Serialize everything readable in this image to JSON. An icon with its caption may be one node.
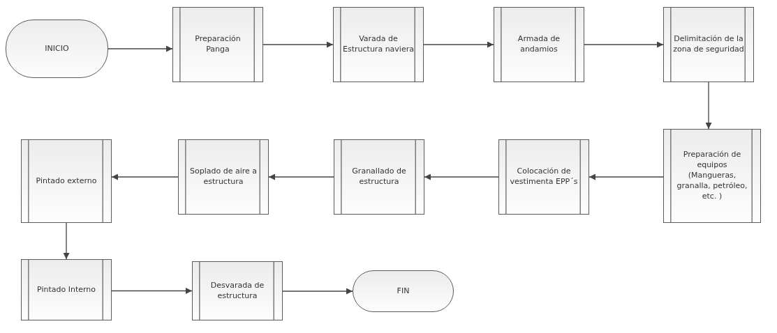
{
  "diagram": {
    "nodes": [
      {
        "text": [
          "INICIO"
        ]
      },
      {
        "text": [
          "Preparación Panga"
        ]
      },
      {
        "text": [
          "Varada de Estructura naviera"
        ]
      },
      {
        "text": [
          "Armada de andamios"
        ]
      },
      {
        "text": [
          "Delimitación de la zona de seguridad"
        ]
      },
      {
        "text": [
          "Preparación de equipos (Mangueras, granalla, petróleo, etc. )"
        ]
      },
      {
        "text": [
          "Colocación de vestimenta EPP´s"
        ]
      },
      {
        "text": [
          "Granallado de estructura"
        ]
      },
      {
        "text": [
          "Soplado de aire a estructura"
        ]
      },
      {
        "text": [
          "Pintado externo"
        ]
      },
      {
        "text": [
          "Pintado Interno"
        ]
      },
      {
        "text": [
          "Desvarada de estructura"
        ]
      },
      {
        "text": [
          "FIN"
        ]
      }
    ],
    "edges": [
      {
        "from": 0,
        "to": 1,
        "arrow": "to"
      },
      {
        "from": 1,
        "to": 2,
        "arrow": "to"
      },
      {
        "from": 2,
        "to": 3,
        "arrow": "to"
      },
      {
        "from": 3,
        "to": 4,
        "arrow": "to"
      },
      {
        "from": 4,
        "to": 5,
        "arrow": "to"
      },
      {
        "from": 5,
        "to": 6,
        "arrow": "to"
      },
      {
        "from": 6,
        "to": 7,
        "arrow": "to"
      },
      {
        "from": 7,
        "to": 8,
        "arrow": "to"
      },
      {
        "from": 8,
        "to": 9,
        "arrow": "to"
      },
      {
        "from": 9,
        "to": 10,
        "arrow": "to"
      },
      {
        "from": 10,
        "to": 11,
        "arrow": "to"
      },
      {
        "from": 11,
        "to": 12,
        "arrow": "to"
      }
    ]
  }
}
